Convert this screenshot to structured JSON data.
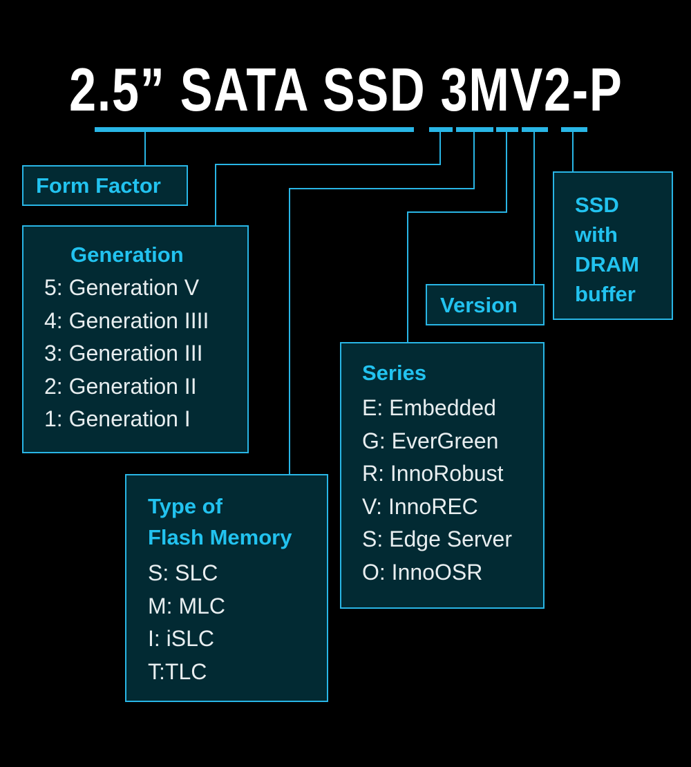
{
  "title": "2.5” SATA SSD 3MV2-P",
  "colors": {
    "background": "#000000",
    "accent": "#29b6e6",
    "heading": "#22c2ef",
    "box_fill": "#022a33",
    "text": "#ffffff"
  },
  "form_factor": {
    "label": "Form Factor"
  },
  "generation": {
    "title": "Generation",
    "items": [
      "5: Generation V",
      "4: Generation IIII",
      "3: Generation III",
      "2: Generation II",
      "1: Generation I"
    ]
  },
  "flash_memory": {
    "title_line1": "Type of",
    "title_line2": "Flash Memory",
    "items": [
      "S: SLC",
      "M: MLC",
      "I: iSLC",
      "T:TLC"
    ]
  },
  "series": {
    "title": "Series",
    "items": [
      "E: Embedded",
      "G: EverGreen",
      "R: InnoRobust",
      "V: InnoREC",
      "S: Edge Server",
      "O: InnoOSR"
    ]
  },
  "version": {
    "label": "Version"
  },
  "dram": {
    "lines": [
      "SSD",
      "with",
      "DRAM",
      "buffer"
    ]
  }
}
